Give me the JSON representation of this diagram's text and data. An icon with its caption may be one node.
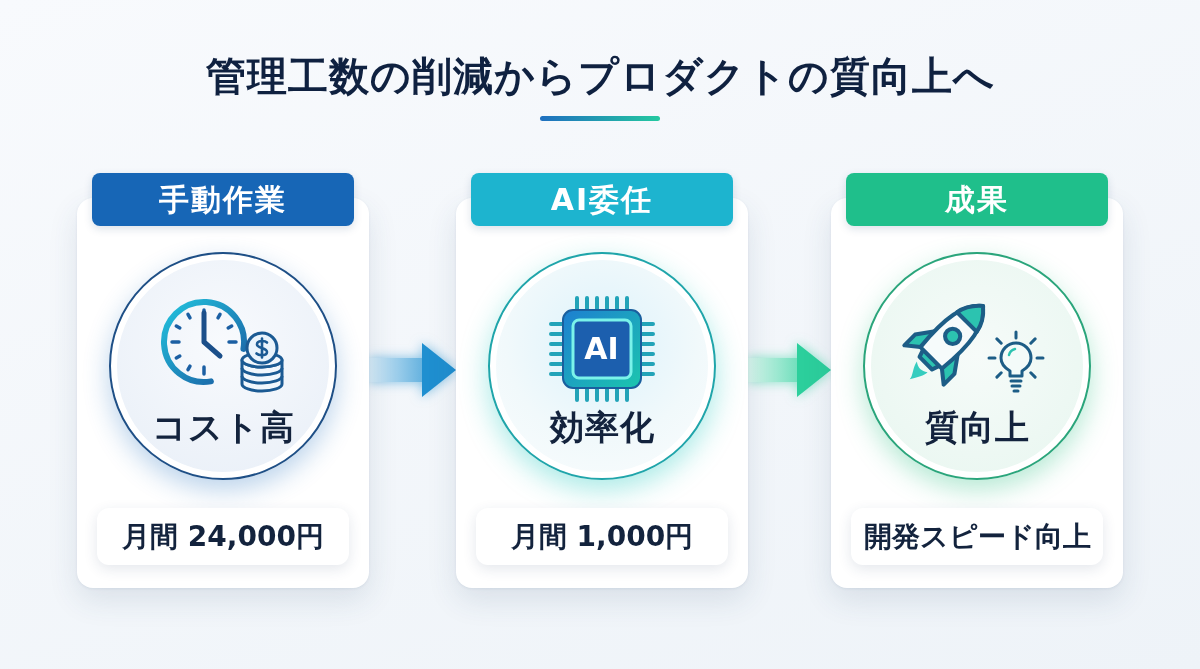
{
  "diagram": {
    "title": "管理工数の削減からプロダクトの質向上へ",
    "nodes": [
      {
        "text": [
          "手動作業"
        ]
      },
      {
        "text": [
          "コスト高"
        ],
        "in": 0
      },
      {
        "text": [
          "月間 24,000円"
        ],
        "in": 0
      },
      {
        "text": [
          "AI委任"
        ]
      },
      {
        "text": [
          "AI",
          "効率化"
        ],
        "in": 3
      },
      {
        "text": [
          "月間 1,000円"
        ],
        "in": 3
      },
      {
        "text": [
          "成果"
        ]
      },
      {
        "text": [
          "質向上"
        ],
        "in": 6
      },
      {
        "text": [
          "開発スピード向上"
        ],
        "in": 6
      }
    ],
    "edges": [
      {
        "from": 0,
        "to": 3,
        "arrow": "to",
        "color": "#1f8fd0"
      },
      {
        "from": 3,
        "to": 6,
        "arrow": "to",
        "color": "#2ccf9c"
      }
    ]
  }
}
